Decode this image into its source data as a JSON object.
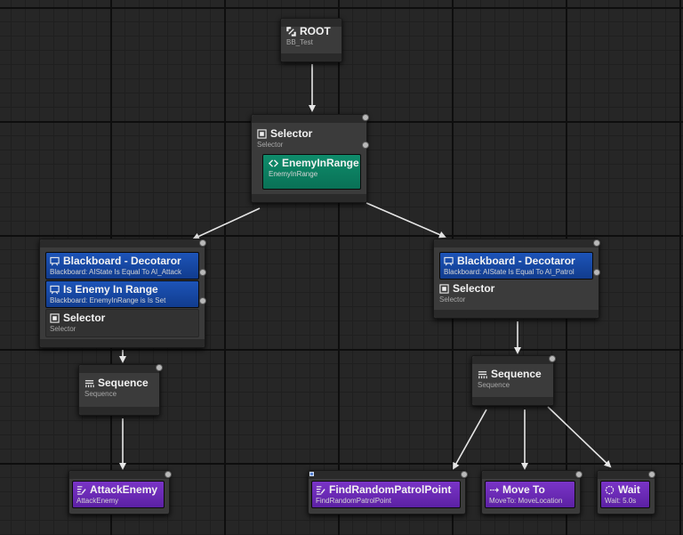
{
  "root": {
    "title": "ROOT",
    "subtitle": "BB_Test",
    "icon": "root-icon"
  },
  "selector_top": {
    "title": "Selector",
    "subtitle": "Selector",
    "icon": "selector-icon"
  },
  "service_enemy": {
    "title": "EnemyInRange",
    "subtitle": "EnemyInRange",
    "icon": "service-icon"
  },
  "left_branch": {
    "decorator_state": {
      "title": "Blackboard - Decotaror",
      "subtitle": "Blackboard: AIState Is Equal To AI_Attack",
      "icon": "blackboard-icon"
    },
    "decorator_range": {
      "title": "Is Enemy In Range",
      "subtitle": "Blackboard: EnemyInRange is Is Set",
      "icon": "blackboard-icon"
    },
    "selector": {
      "title": "Selector",
      "subtitle": "Selector",
      "icon": "selector-icon"
    },
    "sequence": {
      "title": "Sequence",
      "subtitle": "Sequence",
      "icon": "sequence-icon"
    },
    "attack_task": {
      "title": "AttackEnemy",
      "subtitle": "AttackEnemy",
      "icon": "task-icon"
    }
  },
  "right_branch": {
    "decorator_state": {
      "title": "Blackboard - Decotaror",
      "subtitle": "Blackboard: AIState Is Equal To AI_Patrol",
      "icon": "blackboard-icon"
    },
    "selector": {
      "title": "Selector",
      "subtitle": "Selector",
      "icon": "selector-icon"
    },
    "sequence": {
      "title": "Sequence",
      "subtitle": "Sequence",
      "icon": "sequence-icon"
    },
    "find_task": {
      "title": "FindRandomPatrolPoint",
      "subtitle": "FindRandomPatrolPoint",
      "icon": "task-icon"
    },
    "moveto_task": {
      "title": "Move To",
      "subtitle": "MoveTo: MoveLocation",
      "icon": "move-to-icon"
    },
    "wait_task": {
      "title": "Wait",
      "subtitle": "Wait: 5.0s",
      "icon": "wait-icon"
    }
  },
  "colors": {
    "background": "#262626",
    "node": "#3b3b3b",
    "decorator": "#1d54b8",
    "service": "#0f8c6b",
    "task": "#7a34c7",
    "wire": "#e6e6e6"
  }
}
